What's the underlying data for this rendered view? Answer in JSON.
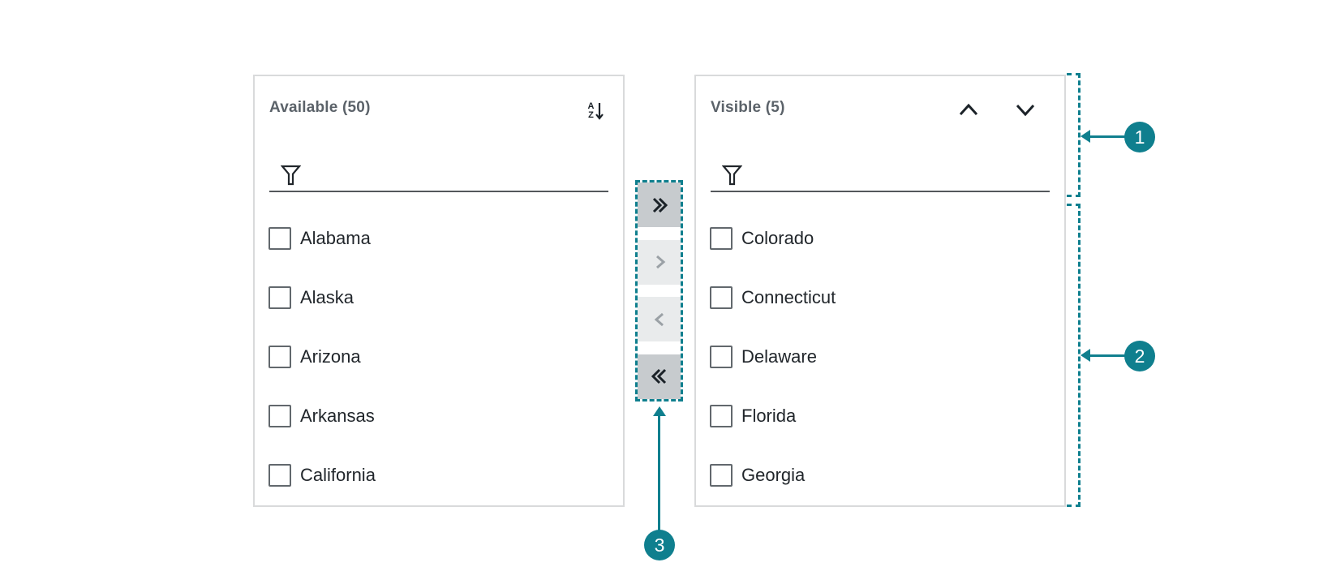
{
  "colors": {
    "accent": "#0F7F8E",
    "panel_border": "#D9DADB",
    "header_text": "#5B6269",
    "item_text": "#21262B",
    "button_enabled_bg": "#C7CBCE",
    "button_disabled_bg": "#E9EBEC",
    "button_enabled_icon": "#1B2228",
    "button_disabled_icon": "#9BA1A6"
  },
  "available_panel": {
    "title": "Available (50)",
    "sort_button": {
      "icon": "sort-alpha-descending-icon",
      "text_top": "A",
      "text_bottom": "Z"
    },
    "filter": {
      "icon": "funnel-icon",
      "value": ""
    },
    "items": [
      {
        "label": "Alabama",
        "checked": false
      },
      {
        "label": "Alaska",
        "checked": false
      },
      {
        "label": "Arizona",
        "checked": false
      },
      {
        "label": "Arkansas",
        "checked": false
      },
      {
        "label": "California",
        "checked": false
      }
    ]
  },
  "visible_panel": {
    "title": "Visible (5)",
    "move_up_button": {
      "icon": "chevron-up-icon"
    },
    "move_down_button": {
      "icon": "chevron-down-icon"
    },
    "filter": {
      "icon": "funnel-icon",
      "value": ""
    },
    "items": [
      {
        "label": "Colorado",
        "checked": false
      },
      {
        "label": "Connecticut",
        "checked": false
      },
      {
        "label": "Delaware",
        "checked": false
      },
      {
        "label": "Florida",
        "checked": false
      },
      {
        "label": "Georgia",
        "checked": false
      }
    ]
  },
  "transfer_buttons": [
    {
      "name": "move-all-right-button",
      "icon": "double-chevron-right-icon",
      "enabled": true
    },
    {
      "name": "move-selected-right-button",
      "icon": "chevron-right-icon",
      "enabled": false
    },
    {
      "name": "move-selected-left-button",
      "icon": "chevron-left-icon",
      "enabled": false
    },
    {
      "name": "move-all-left-button",
      "icon": "double-chevron-left-icon",
      "enabled": true
    }
  ],
  "annotations": [
    {
      "number": "1"
    },
    {
      "number": "2"
    },
    {
      "number": "3"
    }
  ]
}
